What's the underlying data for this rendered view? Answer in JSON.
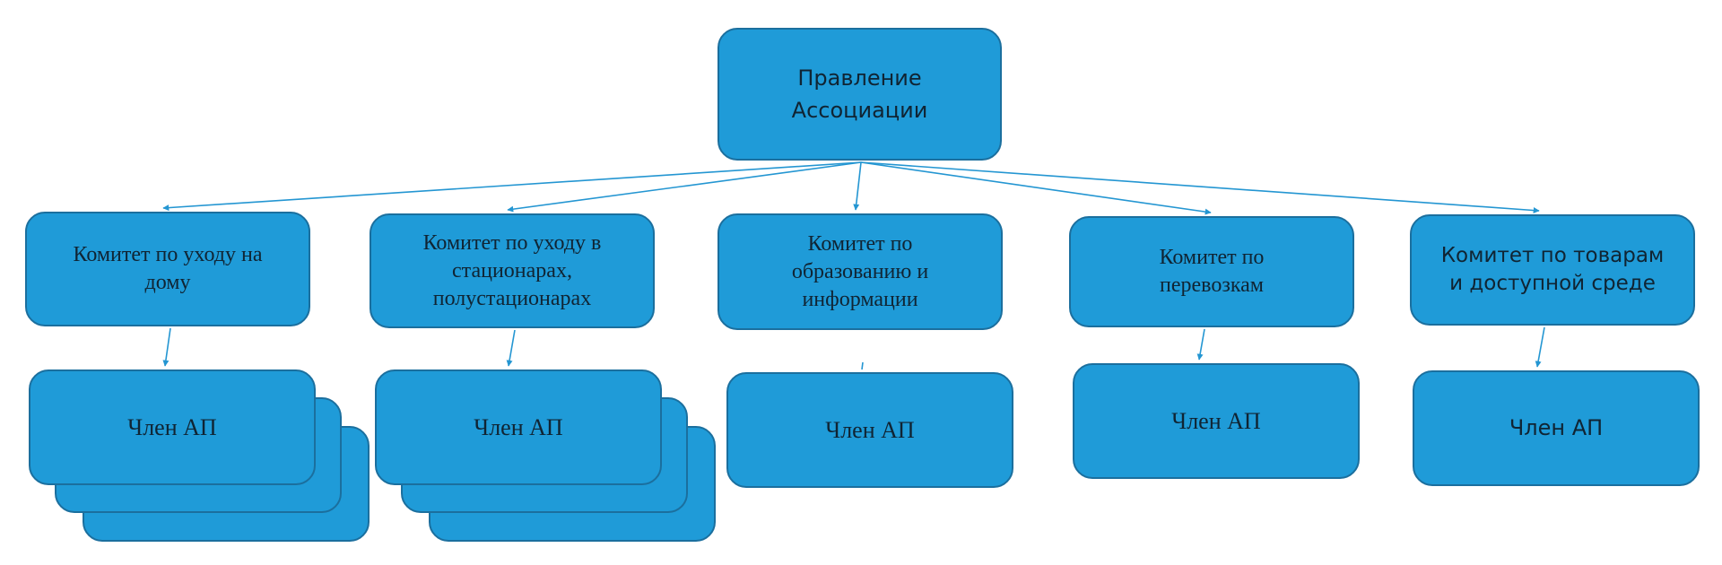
{
  "colors": {
    "box_fill": "#1f9bd8",
    "box_border": "#1b6f9e",
    "connector": "#2496d2",
    "text": "#102433",
    "background": "#ffffff"
  },
  "diagram": {
    "root": {
      "label": "Правление\nАссоциации"
    },
    "committees": [
      {
        "label": "Комитет по уходу на\nдому",
        "member_label": "Член АП",
        "member_stack": 3
      },
      {
        "label": "Комитет по уходу в\nстационарах,\nполустационарах",
        "member_label": "Член АП",
        "member_stack": 3
      },
      {
        "label": "Комитет по\nобразованию и\nинформации",
        "member_label": "Член АП",
        "member_stack": 1
      },
      {
        "label": "Комитет по\nперевозкам",
        "member_label": "Член АП",
        "member_stack": 1
      },
      {
        "label": "Комитет по товарам\nи доступной среде",
        "member_label": "Член АП",
        "member_stack": 1
      }
    ]
  }
}
